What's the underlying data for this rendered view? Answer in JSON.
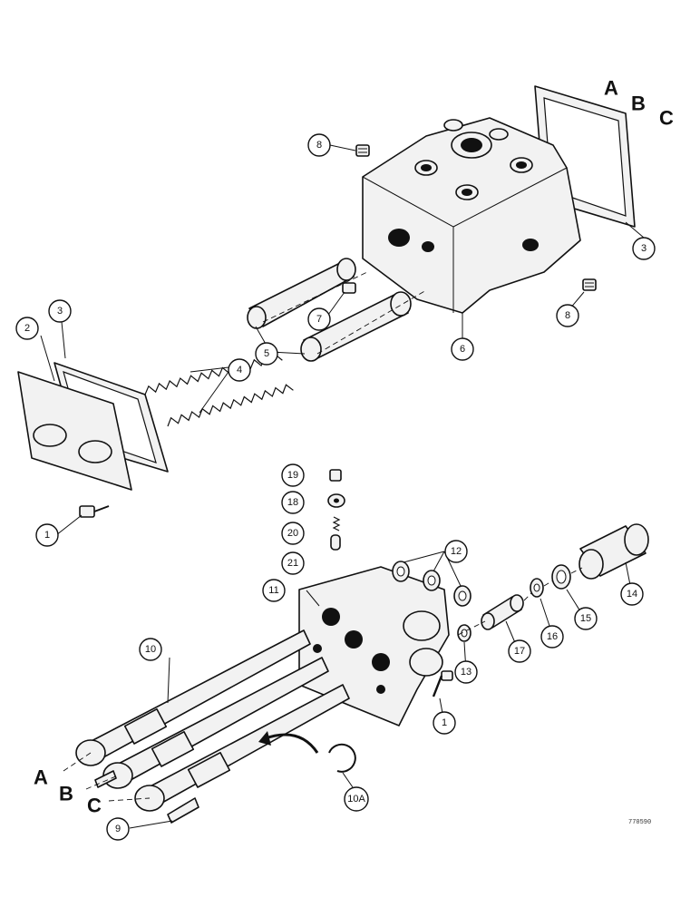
{
  "callouts": {
    "c1_top": "1",
    "c2": "2",
    "c3_left": "3",
    "c3_right": "3",
    "c4": "4",
    "c5": "5",
    "c6": "6",
    "c7": "7",
    "c8_top": "8",
    "c8_right": "8",
    "c9": "9",
    "c10": "10",
    "c10a": "10A",
    "c11": "11",
    "c12": "12",
    "c13": "13",
    "c14": "14",
    "c15": "15",
    "c16": "16",
    "c17": "17",
    "c18": "18",
    "c19": "19",
    "c20": "20",
    "c21": "21",
    "c1_bottom": "1"
  },
  "letters": {
    "a_top": "A",
    "b_top": "B",
    "c_top": "C",
    "a_bottom": "A",
    "b_bottom": "B",
    "c_bottom": "C"
  },
  "figure_ref": "770590"
}
